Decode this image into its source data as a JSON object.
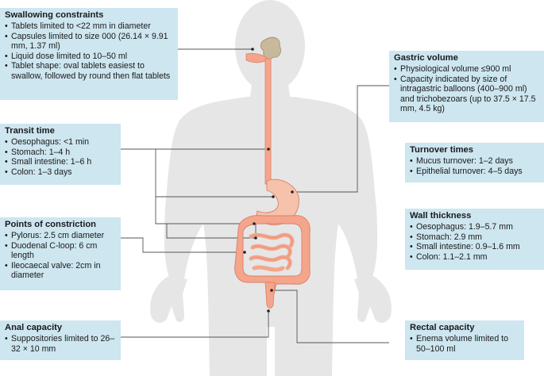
{
  "colors": {
    "box_background": "#cde6f0",
    "body_silhouette": "#e6e6e6",
    "gi_tract": "#f4a58c",
    "gi_tract_outline": "#d97f68",
    "stomach": "#f6c2ac",
    "salivary_glands": "#c9b99b",
    "leader_line": "#555555"
  },
  "boxes": {
    "swallowing": {
      "title": "Swallowing constraints",
      "items": [
        "Tablets limited to <22 mm in diameter",
        "Capsules limited to size 000 (26.14 × 9.91 mm, 1.37 ml)",
        "Liquid dose limited to 10–50 ml",
        "Tablet shape: oval tablets easiest to swallow, followed by round then flat tablets"
      ]
    },
    "gastric": {
      "title": "Gastric volume",
      "items": [
        "Physiological volume ≤900 ml",
        "Capacity indicated by size of intragastric balloons (400–900 ml) and trichobezoars (up to 37.5 × 17.5 mm, 4.5 kg)"
      ]
    },
    "transit": {
      "title": "Transit time",
      "items": [
        "Oesophagus: <1 min",
        "Stomach: 1–4 h",
        "Small intestine: 1–6 h",
        "Colon: 1–3 days"
      ]
    },
    "turnover": {
      "title": "Turnover times",
      "items": [
        "Mucus turnover: 1–2 days",
        "Epithelial turnover: 4–5 days"
      ]
    },
    "constriction": {
      "title": "Points of constriction",
      "items": [
        "Pylorus: 2.5 cm diameter",
        "Duodenal C-loop: 6 cm length",
        "Ileocaecal valve: 2cm in diameter"
      ]
    },
    "wall": {
      "title": "Wall thickness",
      "items": [
        "Oesophagus: 1.9–5.7 mm",
        "Stomach: 2.9 mm",
        "Small intestine: 0.9–1.6 mm",
        "Colon: 1.1–2.1 mm"
      ]
    },
    "anal": {
      "title": "Anal capacity",
      "items": [
        "Suppositories limited to 26–32 × 10 mm"
      ]
    },
    "rectal": {
      "title": "Rectal capacity",
      "items": [
        "Enema volume limited to 50–100 ml"
      ]
    }
  }
}
